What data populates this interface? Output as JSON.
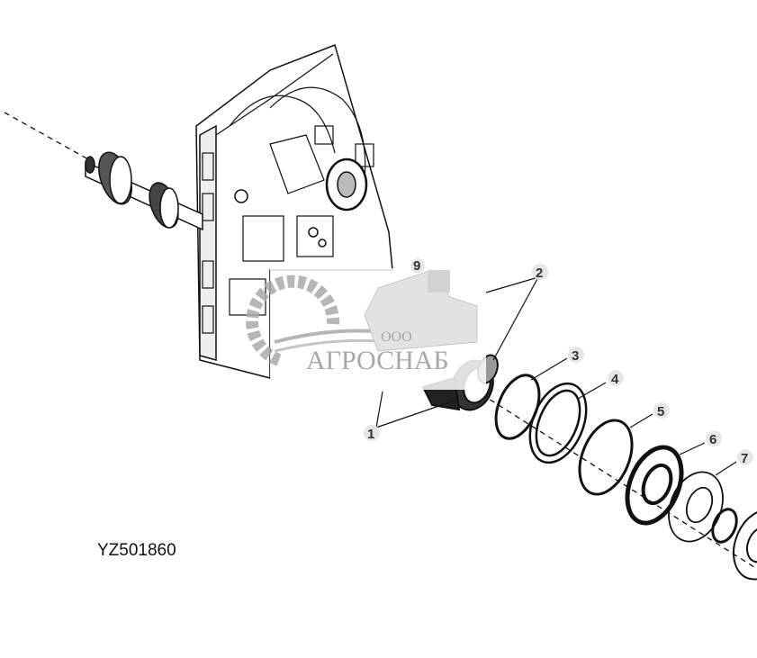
{
  "figure_id": "YZ501860",
  "callouts": [
    "1",
    "2",
    "3",
    "4",
    "5",
    "6",
    "7",
    "9"
  ],
  "watermark": {
    "prefix": "ООО",
    "name": "АГРОСНАБ"
  },
  "colors": {
    "line": "#111111",
    "callout_bg": "#e6e6e6",
    "watermark": "#9a9a9a"
  }
}
